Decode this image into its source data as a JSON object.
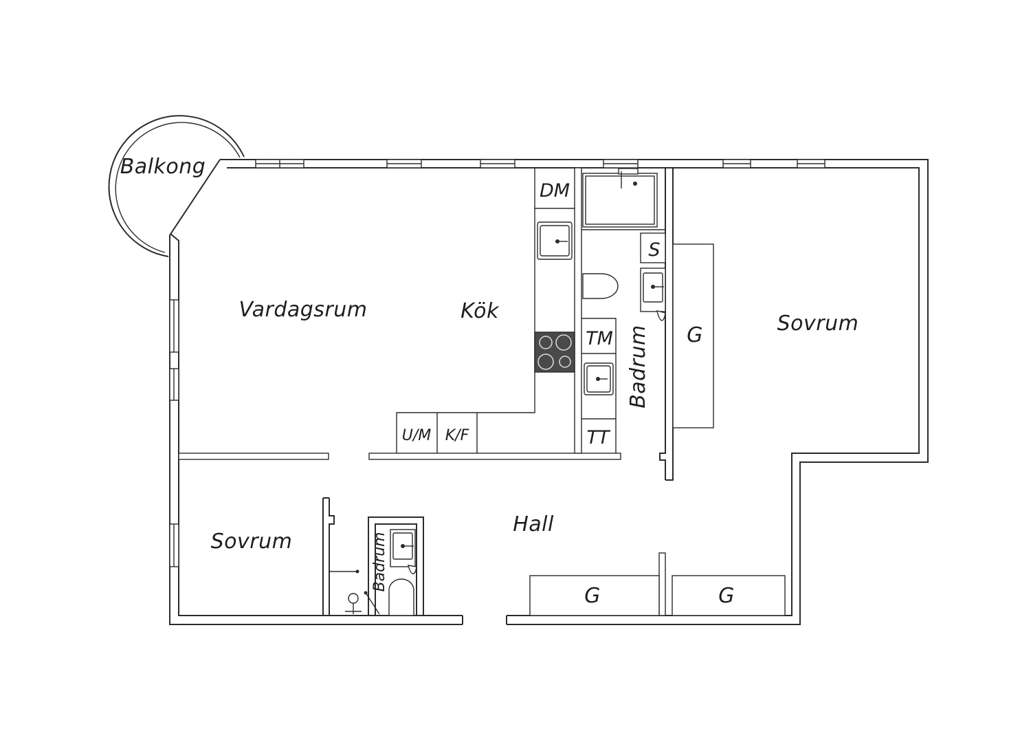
{
  "floorplan": {
    "labels": {
      "balkong": "Balkong",
      "vardagsrum": "Vardagsrum",
      "kok": "Kök",
      "dm": "DM",
      "badrum_upper": "Badrum",
      "s": "S",
      "g_wardrobe_right": "G",
      "sovrum_right": "Sovrum",
      "tm": "TM",
      "tt": "TT",
      "um": "U/M",
      "kf": "K/F",
      "hall": "Hall",
      "sovrum_left": "Sovrum",
      "badrum_lower": "Badrum",
      "g_hall_left": "G",
      "g_hall_right": "G"
    },
    "colors": {
      "walls": "#2b2b2b",
      "text": "#1e1e1e",
      "stove": "#4a4a4a",
      "background": "#ffffff"
    }
  }
}
